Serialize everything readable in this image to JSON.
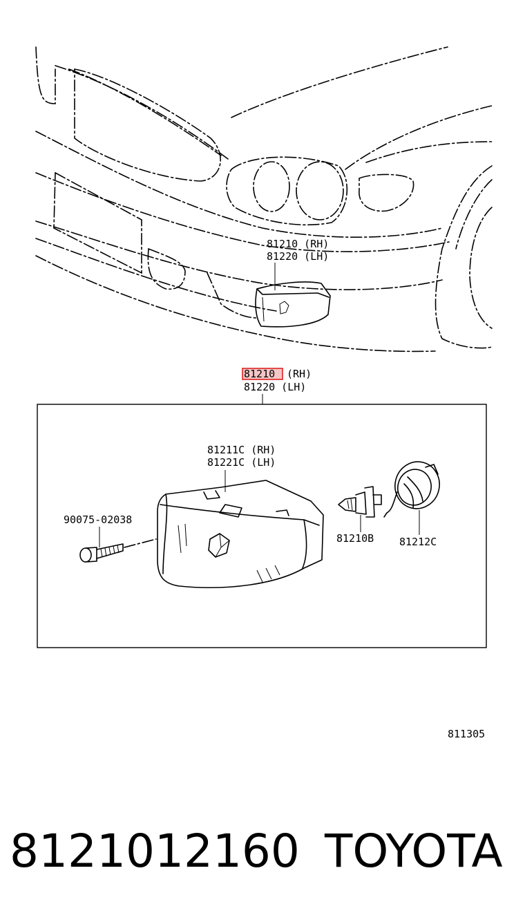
{
  "callouts": {
    "top_rh": "81210 (RH)",
    "top_lh": "81220 (LH)",
    "assy_rh_num": "81210",
    "assy_rh_side": "(RH)",
    "assy_lh": "81220 (LH)",
    "lens_rh": "81211C (RH)",
    "lens_lh": "81221C (LH)",
    "screw": "90075-02038",
    "bulb": "81210B",
    "socket": "81212C"
  },
  "figure_code": "811305",
  "footer": {
    "part_number": "8121012160",
    "brand": "TOYOTA"
  },
  "colors": {
    "highlight_fill": "#f4c6c6",
    "highlight_stroke": "#dd2222",
    "ink": "#000000"
  }
}
